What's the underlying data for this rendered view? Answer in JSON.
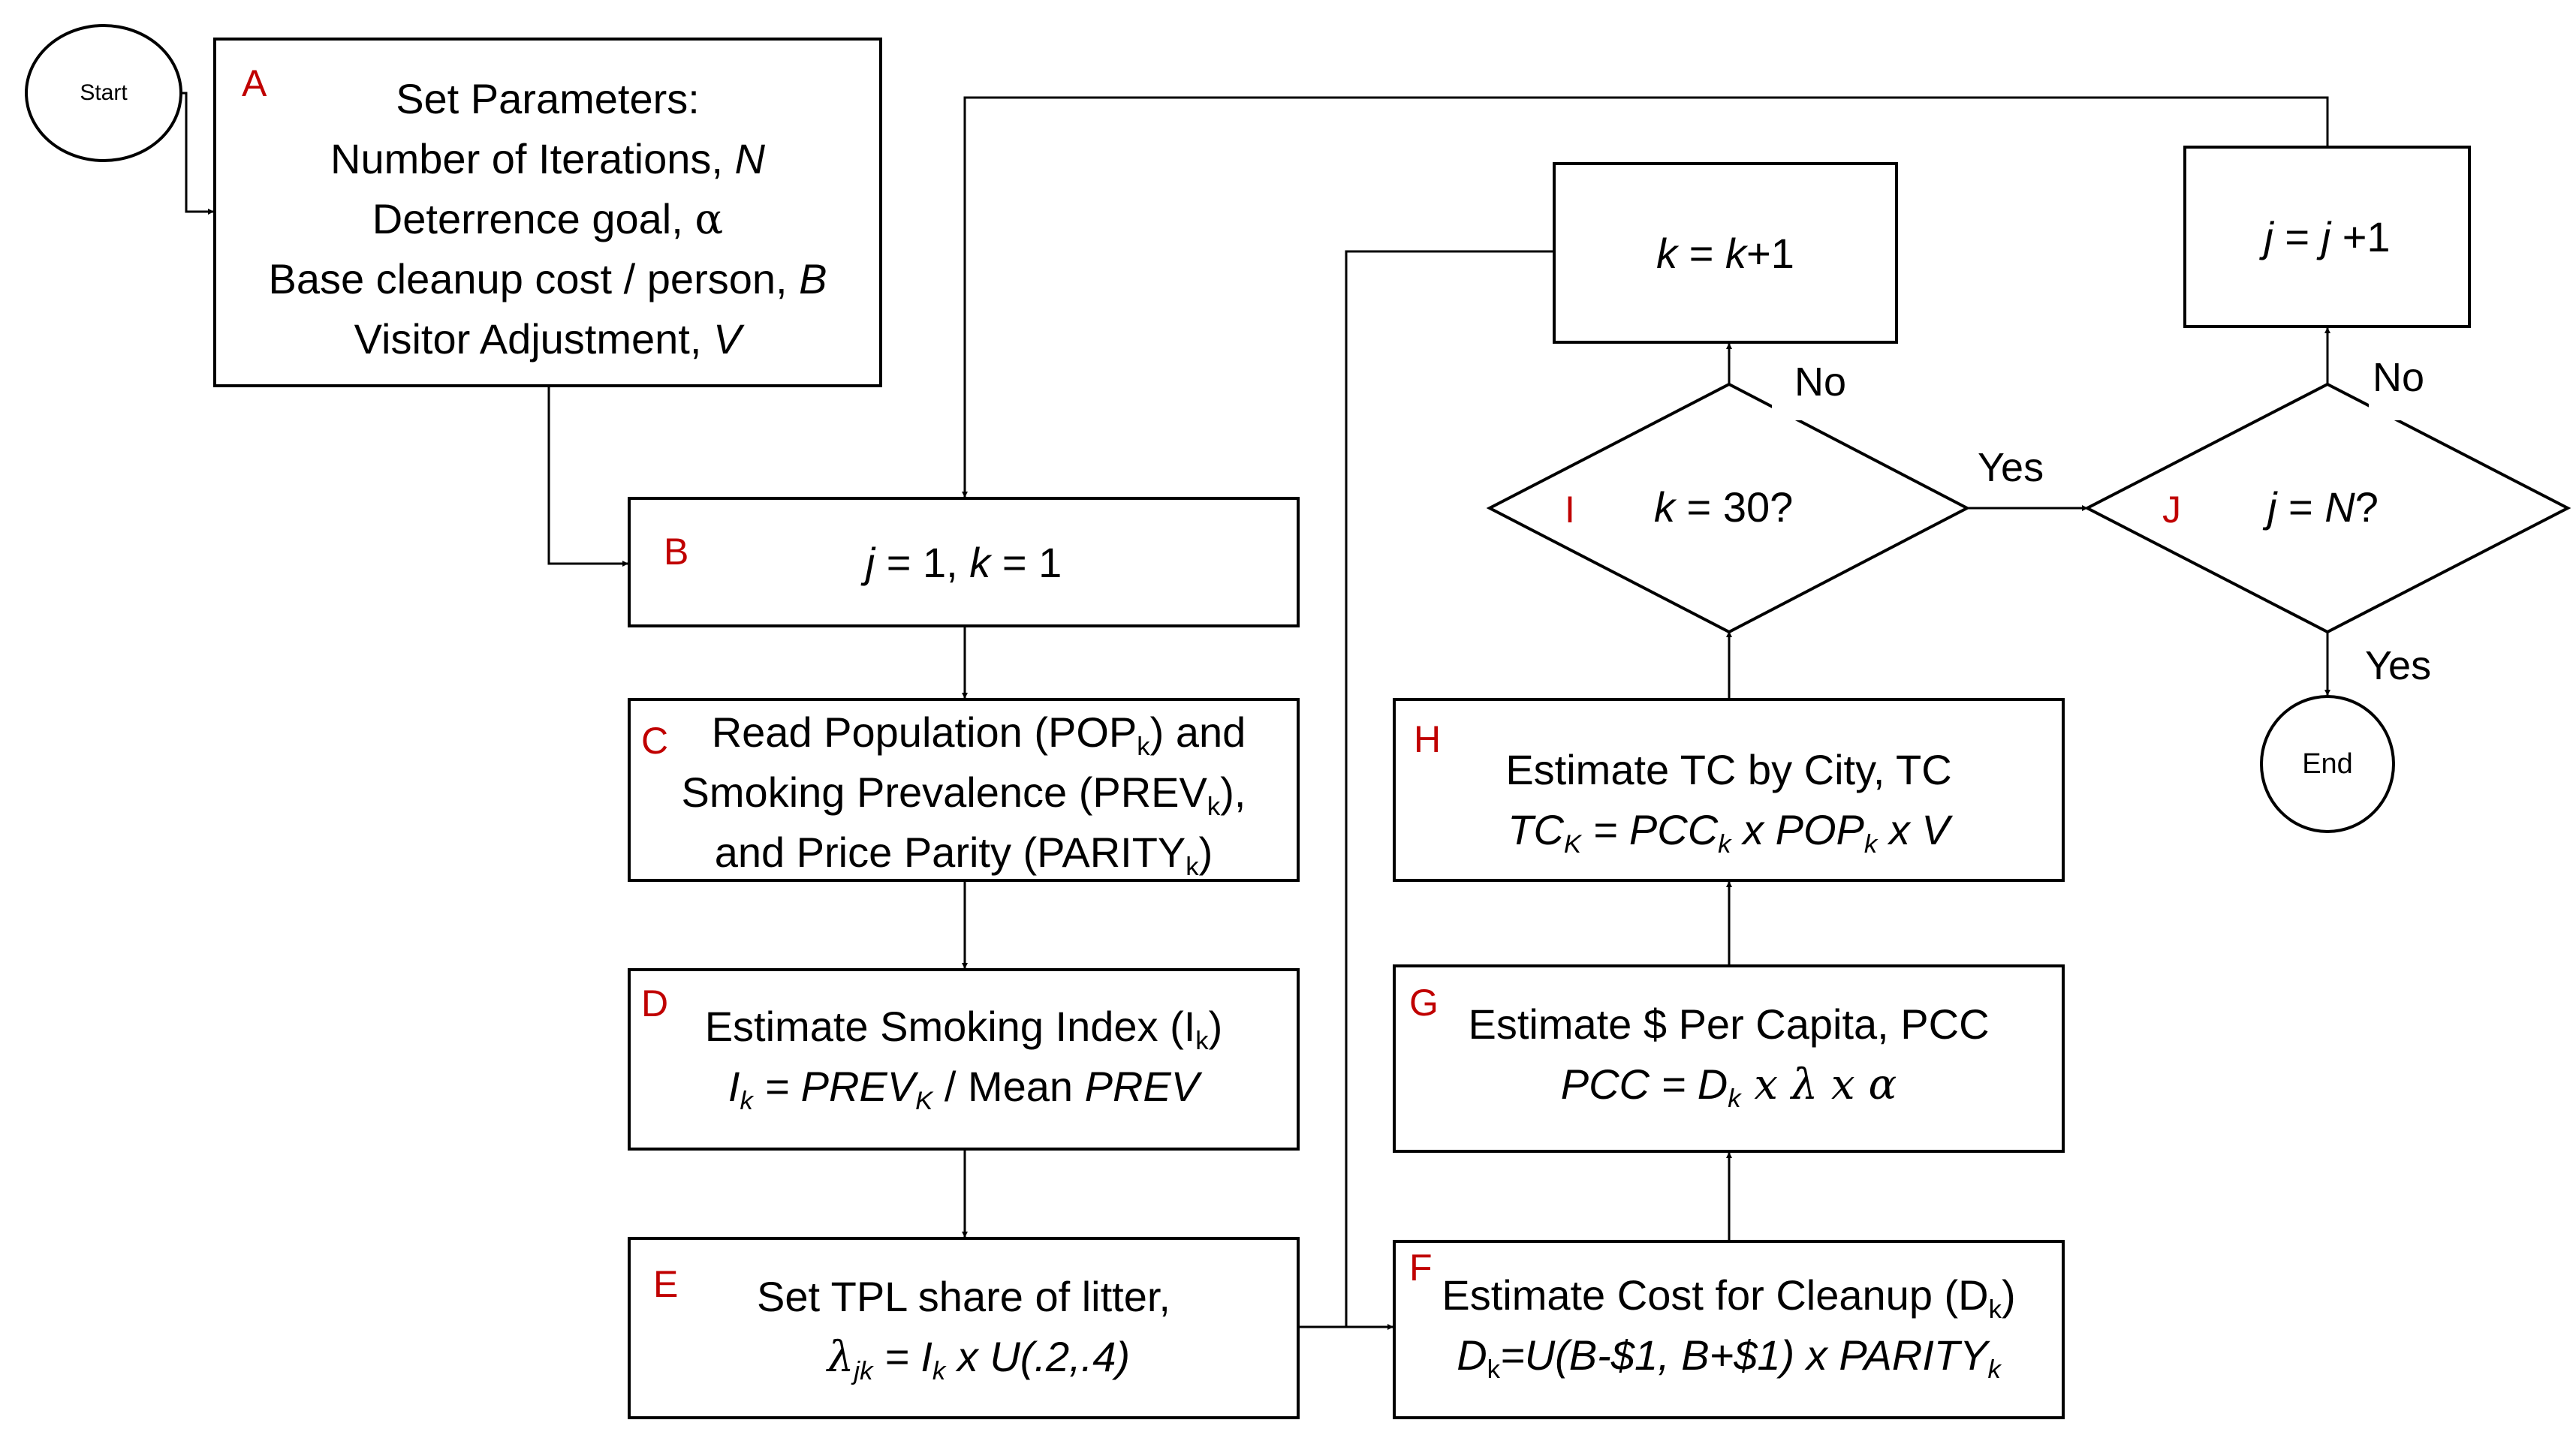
{
  "start": "Start",
  "end": "End",
  "nodes": {
    "A": {
      "tag": "A",
      "title": "Set Parameters:",
      "l1": "Number of Iterations, ",
      "l1v": "N",
      "l2": "Deterrence goal, ",
      "l2v": "α",
      "l3": "Base cleanup cost / person, ",
      "l3v": "B",
      "l4": "Visitor Adjustment, ",
      "l4v": "V"
    },
    "B": {
      "tag": "B",
      "j": "j",
      "eq1": " = 1, ",
      "k": "k",
      "eq2": " = 1"
    },
    "C": {
      "tag": "C",
      "l1a": "Read Population (POP",
      "l1s": "k",
      "l1b": ") and",
      "l2a": "Smoking Prevalence (PREV",
      "l2s": "k",
      "l2b": "),",
      "l3a": "and Price Parity (PARITY",
      "l3s": "k",
      "l3b": ")"
    },
    "D": {
      "tag": "D",
      "l1a": "Estimate Smoking Index (I",
      "l1s": "k",
      "l1b": ")",
      "f1": "I",
      "f1s": "k",
      "f2": " = PREV",
      "f2s": "K",
      "f3": " / Mean ",
      "f4": "PREV"
    },
    "E": {
      "tag": "E",
      "l1": "Set TPL share of litter,",
      "f1": "λ",
      "f1s": "jk",
      "f2": " = I",
      "f2s": "k",
      "f3": " x U(.2,.4)"
    },
    "F": {
      "tag": "F",
      "l1a": "Estimate Cost for Cleanup (D",
      "l1s": "k",
      "l1b": ")",
      "f1": "D",
      "f1s": "k",
      "f2": "=U(B-$1, B+$1) x PARITY",
      "f2s": "k"
    },
    "G": {
      "tag": "G",
      "l1": "Estimate $ Per Capita, PCC",
      "f1": "PCC = D",
      "f1s": "k",
      "f2": " x λ x α"
    },
    "H": {
      "tag": "H",
      "l1": "Estimate TC by City, TC",
      "f1": "TC",
      "f1s": "K",
      "f2": " = PCC",
      "f2s": "k",
      "f3": " x POP",
      "f3s": "k",
      "f4": " x V"
    },
    "I": {
      "tag": "I",
      "k": "k",
      "q": " = 30?"
    },
    "J": {
      "tag": "J",
      "j": "j",
      "q1": " = ",
      "n": "N",
      "q2": "?"
    },
    "K": {
      "k1": "k",
      "eq": " = ",
      "k2": "k",
      "inc": "+1"
    },
    "JJ": {
      "j1": "j",
      "eq": " = ",
      "j2": "j",
      "inc": " +1"
    }
  },
  "edge_labels": {
    "i_no": "No",
    "i_yes": "Yes",
    "j_no": "No",
    "j_yes": "Yes"
  }
}
